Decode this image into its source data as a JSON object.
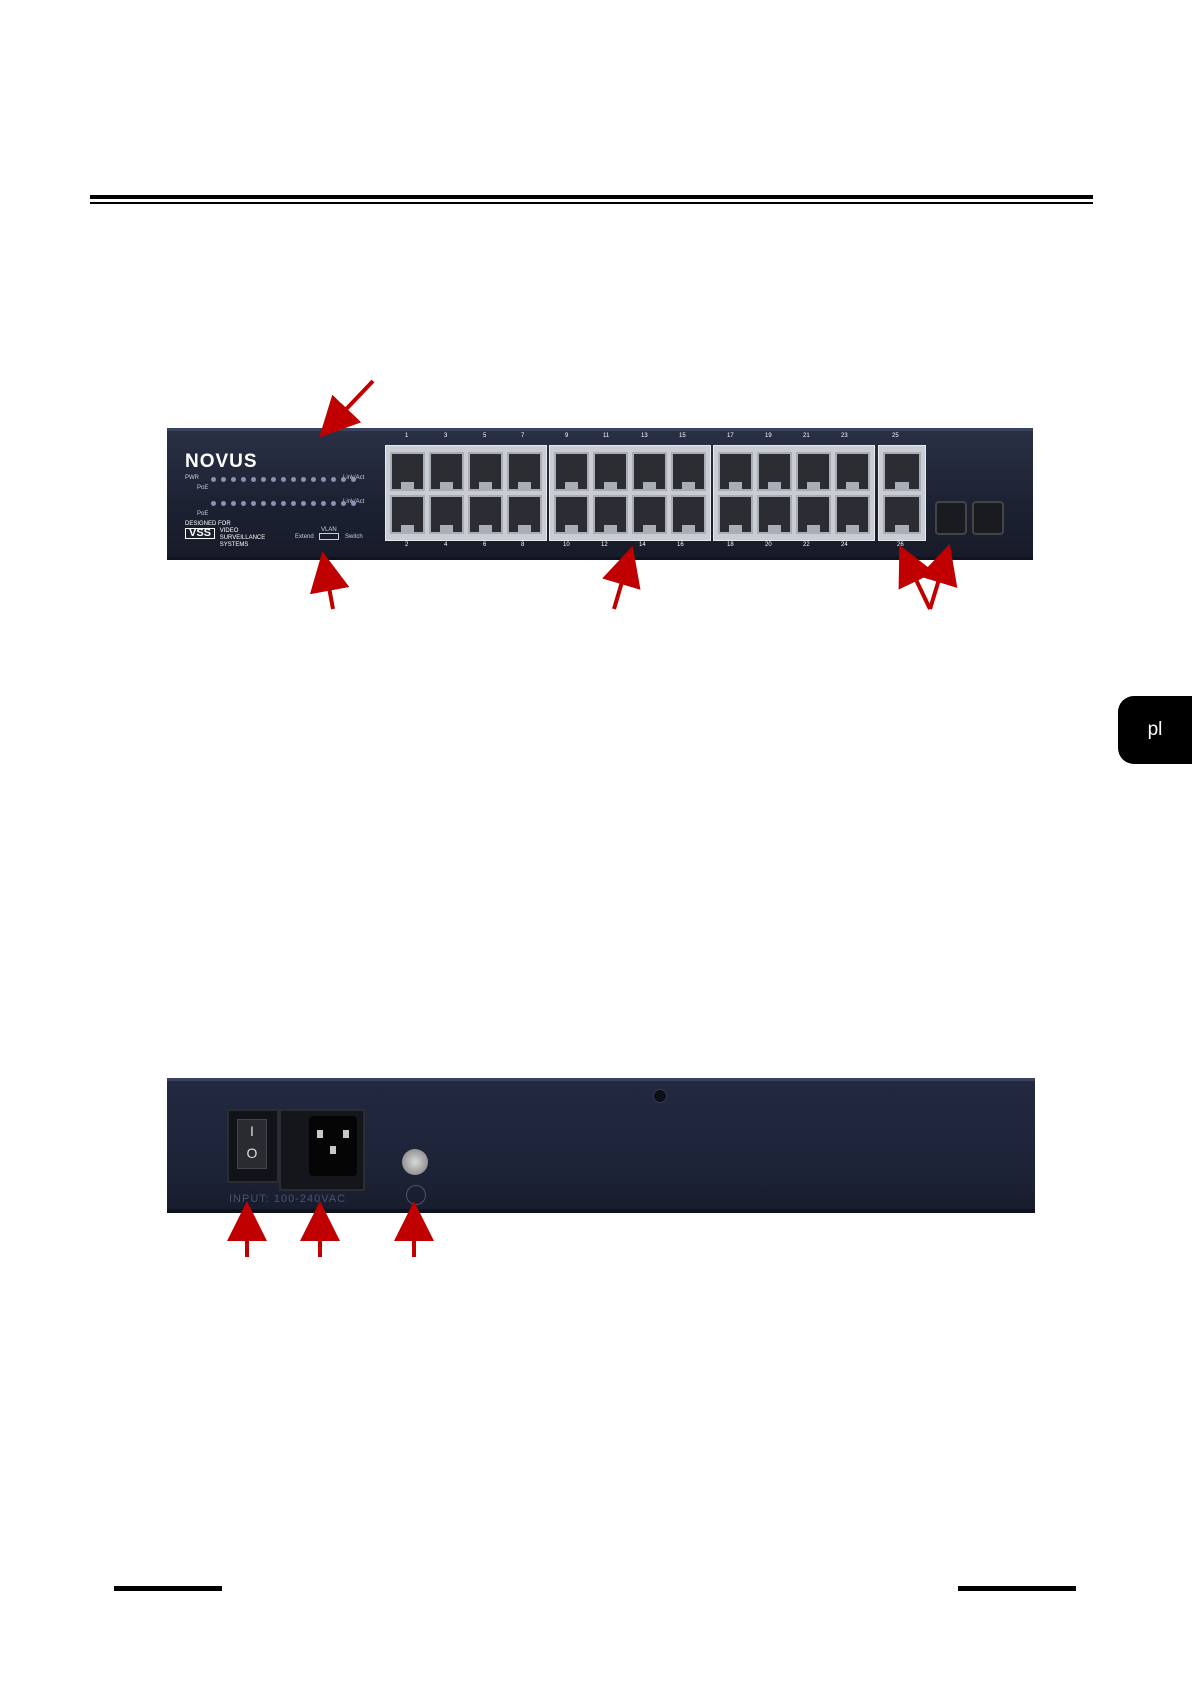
{
  "side_tab": {
    "label": "pl"
  },
  "colors": {
    "arrow": "#c00000",
    "panel": "#1f2436",
    "tab": "#000000"
  },
  "front_panel": {
    "logo": "NOVUS",
    "led_labels": {
      "pwr": "PWR",
      "poe": "PoE",
      "link": "Link/Act"
    },
    "badge": {
      "prefix": "DESIGNED FOR",
      "code": "VSS",
      "l1": "VIDEO",
      "l2": "SURVEILLANCE",
      "l3": "SYSTEMS"
    },
    "vlan": {
      "title": "VLAN",
      "left": "Extend",
      "right": "Switch"
    },
    "top_numbers": [
      "1",
      "3",
      "5",
      "7",
      "9",
      "11",
      "13",
      "15",
      "17",
      "19",
      "21",
      "23",
      "25"
    ],
    "bottom_numbers": [
      "2",
      "4",
      "6",
      "8",
      "10",
      "12",
      "14",
      "16",
      "18",
      "20",
      "22",
      "24",
      "26"
    ]
  },
  "rear_panel": {
    "switch_on": "I",
    "switch_off": "O",
    "power_label": "INPUT: 100-240VAC"
  }
}
